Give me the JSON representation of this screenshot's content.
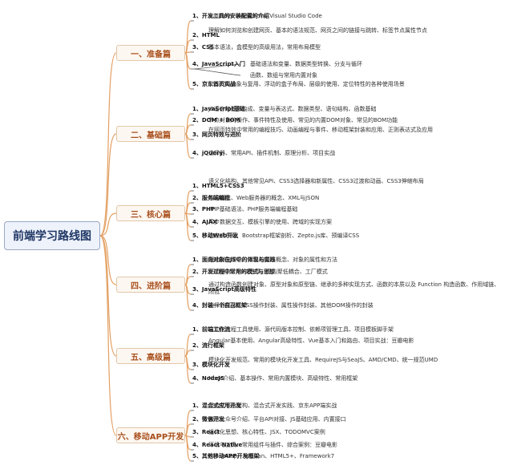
{
  "root": "前端学习路线图",
  "sections": [
    {
      "title": "一、准备篇",
      "items": [
        {
          "num": "1、",
          "title": "开发工具的安装配置的介绍",
          "desc": "sublime、webstorm、Visual Studio Code"
        },
        {
          "num": "2、",
          "title": "HTML",
          "desc": "理解如何浏览和创建网页、基本的语法规范、网页之间的链接与跳转、标签节点属性节点"
        },
        {
          "num": "3、",
          "title": "CSS",
          "desc": "基本语法，盒模型的高级用法，常用布局模型"
        },
        {
          "num": "4、",
          "title": "JavaScript入门",
          "desc": "基础语法和变量、数据类型转换、分支与循环",
          "desc2": "函数、数组与常用内置对象"
        },
        {
          "num": "5、",
          "title": "京东首页实战",
          "desc": "CSS代码抽象与复用、浮动的盒子布局、层级的使用、定位特性的各种使用场景"
        }
      ]
    },
    {
      "title": "二、基础篇",
      "items": [
        {
          "num": "1、",
          "title": "JavaScript基础",
          "desc": "JS语言的基本构成、变量与表达式、数据类型、语句结构、函数基础"
        },
        {
          "num": "2、",
          "title": "DOM + BOM",
          "desc": "节点对象的操作、事件特性及使用、常见的内置DOM对象、常见的BOM功能"
        },
        {
          "num": "3、",
          "title": "网页特效与进阶",
          "desc": "在网页特效中常用的编程技巧、动画编程与事件、移动框架封装和应用、正则表达式及应用"
        },
        {
          "num": "4、",
          "title": "jQuery",
          "desc": "选择器、常用API、插件机制、原理分析、项目实战"
        }
      ]
    },
    {
      "title": "三、核心篇",
      "items": [
        {
          "num": "1、",
          "title": "HTML5+CSS3",
          "desc": "语义化结构、其他常见API、CSS3选择器和新属性、CSS3过渡和动画、CSS3伸缩布局"
        },
        {
          "num": "2、",
          "title": "服务端编程",
          "desc": "端的概念、Web服务器的概念、XML与JSON"
        },
        {
          "num": "3、",
          "title": "PHP",
          "desc": "PHP基础语法、PHP服务端编程基础"
        },
        {
          "num": "4、",
          "title": "AJAX",
          "desc": "异步数据交互、模板引擎的使用、跨域的实现方案"
        },
        {
          "num": "5、",
          "title": "移动Web开发",
          "desc": "响应式布局、Bootstrap框架剖析、Zepto.js库、预编译CSS"
        }
      ]
    },
    {
      "title": "四、进阶篇",
      "items": [
        {
          "num": "1、",
          "title": "面向对象在JS中的体现与实践",
          "desc": "面向对象理论、对象的基本概念、对象的属性和方法"
        },
        {
          "num": "2、",
          "title": "开发过程中常用的模式与思想",
          "desc": "开闭原则、MVC思想、高内聚低耦合、工厂模式"
        },
        {
          "num": "3、",
          "title": "JavaScript高级特性",
          "desc": "通过构造函数创建对象、原型对象和原型链、继承的多种实现方式、函数的本质以及 Function 构造函数、作用域链、闭包"
        },
        {
          "num": "4、",
          "title": "封装一个自己框架",
          "desc": "选择器框架、CSS操作封装、属性操作封装、其他DOM操作的封装"
        }
      ]
    },
    {
      "title": "五、高级篇",
      "items": [
        {
          "num": "1、",
          "title": "前端工作流",
          "desc": "自动化流程工具使用、源代码版本控制、依赖项管理工具、项目模板脚手架"
        },
        {
          "num": "2、",
          "title": "流行框架",
          "desc": "Angular基本使用、Angular高级特性、Vue基本入门和路由、项目实战：豆瓣电影"
        },
        {
          "num": "3、",
          "title": "模块化开发",
          "desc": "模块化开发规范、常用的模块化开发工具、RequireJS与SeaJS、AMD/CMD、统一规范UMD"
        },
        {
          "num": "4、",
          "title": "NodeJS",
          "desc": "Node介绍、基本操作、常用内置模块、高级特性、常用框架"
        }
      ]
    },
    {
      "title": "六、移动APP开发",
      "items": [
        {
          "num": "1、",
          "title": "混合式应用开发",
          "desc": "混合式平台架构、混合式开发实践、京东APP端实战"
        },
        {
          "num": "2、",
          "title": "微信开发",
          "desc": "微信公众号介绍、平台API对接、JS基础应用、内置接口"
        },
        {
          "num": "3、",
          "title": "React",
          "desc": "组件化思想、核心特性、JSX、TODOMVC案例"
        },
        {
          "num": "4、",
          "title": "React Native",
          "desc": "环境与工具、常用组件与插件、综合案例：豆瓣电影"
        },
        {
          "num": "5、",
          "title": "其他移动APP开发框架",
          "desc": "PhoneGap、AppCan、HTML5+、Framework7"
        }
      ]
    }
  ]
}
